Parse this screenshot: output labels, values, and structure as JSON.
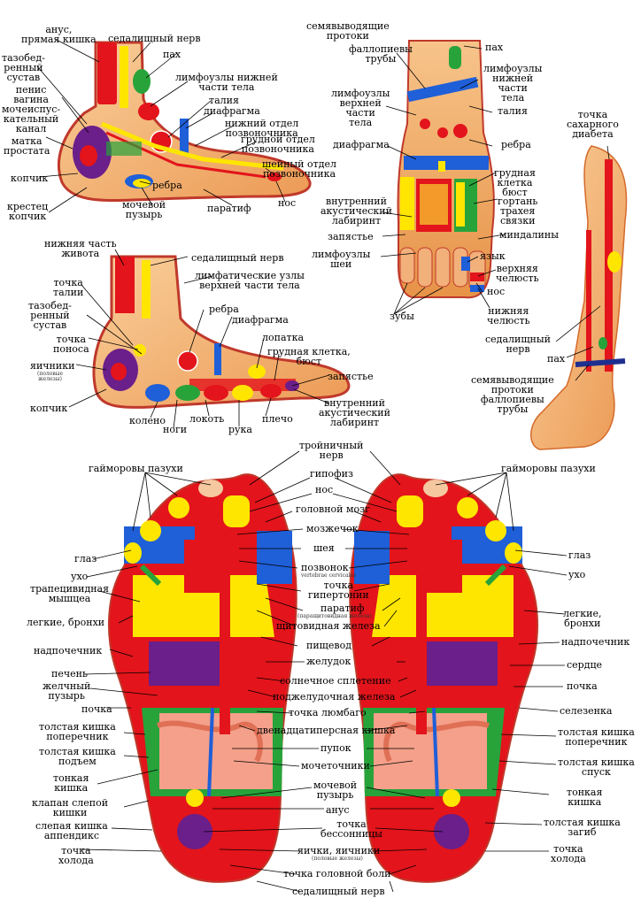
{
  "colors": {
    "red": "#e3141b",
    "yellow": "#ffe600",
    "green": "#27a33a",
    "blue": "#1f5fd8",
    "purple": "#6a1f8a",
    "orange": "#f39a2b",
    "skin": "#f3b27a",
    "navy": "#1f2f8f"
  },
  "icons": [
    "foot-side-icon",
    "foot-top-icon",
    "leg-icon",
    "sole-left-icon",
    "sole-right-icon"
  ],
  "labels": {
    "side_top": {
      "anus": "анус,\nпрямая кишка",
      "sciatic": "седалищный нерв",
      "hip": "тазобед-\nренный\nсустав",
      "penis": "пенис\nвагина\nмочеиспус-\nкательный\nканал",
      "uterus": "матка\nпростата",
      "coccyx": "копчик",
      "sacrum": "крестец\nкопчик",
      "groin": "пах",
      "lymph_lower": "лимфоузлы нижней\nчасти тела",
      "waist": "талия",
      "diaphragm": "диафрагма",
      "lumbar": "нижний отдел\nпозвоночника",
      "thoracic": "грудной отдел\nпозвоночника",
      "cervical": "шейный отдел\nпозвоночника",
      "ribs": "ребра",
      "bladder": "мочевой\nпузырь",
      "parotid": "паратиф",
      "nose": "нос"
    },
    "top_view": {
      "seminal": "семявыводящие\nпротоки",
      "fallopian": "фаллопиевы\nтрубы",
      "groin": "пах",
      "lymph_lower": "лимфоузлы\nнижней\nчасти\nтела",
      "lymph_upper": "лимфоузлы\nверхней\nчасти\nтела",
      "waist": "талия",
      "ribs": "ребра",
      "diaphragm": "диафрагма",
      "chest": "грудная\nклетка\nбюст",
      "larynx": "гортань\nтрахея\nсвязки",
      "inner_ear": "внутренний\nакустический\nлабиринт",
      "tonsils": "миндалины",
      "wrist": "запястье",
      "tongue": "язык",
      "lymph_neck": "лимфоузлы\nшеи",
      "upper_jaw": "верхняя\nчелюсть",
      "nose": "нос",
      "teeth": "зубы",
      "lower_jaw": "нижняя\nчелюсть"
    },
    "leg": {
      "diabetes": "точка\nсахарного\nдиабета",
      "sciatic": "седалищный\nнерв",
      "groin": "пах",
      "seminal": "семявыводящие\nпротоки\nфаллопиевы\nтрубы"
    },
    "side_inner": {
      "lower_abdomen": "нижняя часть\nживота",
      "sciatic": "седалищный нерв",
      "waist_point": "точка\nталии",
      "lymph_upper": "лимфатические узлы\nверхней части тела",
      "hip": "тазобед-\nренный\nсустав",
      "ribs": "ребра",
      "diaphragm": "диафрагма",
      "diarrhea": "точка\nпоноса",
      "shoulder_blade": "лопатка",
      "chest": "грудная клетка,\nбюст",
      "ovaries": "яичники",
      "ovaries_note": "(половые\nжелезы)",
      "wrist": "запястье",
      "coccyx": "копчик",
      "inner_ear": "внутренний\nакустический\nлабиринт",
      "knee": "колено",
      "legs": "ноги",
      "elbow": "локоть",
      "arm": "рука",
      "shoulder": "плечо"
    },
    "soles_center": {
      "trigeminal": "тройничный\nнерв",
      "pituitary": "гипофиз",
      "nose": "нос",
      "brain": "головной мозг",
      "cerebellum": "мозжечок",
      "neck": "шея",
      "vertebra": "позвонок",
      "vertebra_note": "vertebrae cervicales",
      "hypertension": "точка\nгипертонии",
      "parathyroid": "паратиф",
      "parathyroid_note": "(паращитовидная железа)",
      "thyroid": "щитовидная железа",
      "esophagus": "пищевод",
      "stomach": "желудок",
      "solar_plexus": "солнечное сплетение",
      "pancreas": "поджелудочная железа",
      "lumbago": "точка люмбаго",
      "duodenum": "двенадцатиперсная кишка",
      "navel": "пупок",
      "ureters": "мочеточники",
      "bladder": "мочевой\nпузырь",
      "anus": "анус",
      "insomnia": "точка\nбессонницы",
      "testes": "яички, яичники",
      "testes_note": "(половые железы)",
      "headache": "точка головной боли",
      "sciatic": "седалищный нерв"
    },
    "soles_left": {
      "sinuses": "гайморовы пазухи",
      "eye": "глаз",
      "ear": "ухо",
      "trapezius": "трапецивидная\nмышцеа",
      "lungs": "легкие, бронхи",
      "adrenal": "надпочечник",
      "liver": "печень",
      "gallbladder": "желчный\nпузырь",
      "kidney": "почка",
      "colon_transverse": "толстая кишка\nпоперечник",
      "colon_ascending": "толстая кишка\nподъем",
      "small_intestine": "тонкая\nкишка",
      "ileocecal": "клапан слепой\nкишки",
      "appendix": "слепая кишка\nаппендикс",
      "cold": "точка\nхолода"
    },
    "soles_right": {
      "sinuses": "гайморовы пазухи",
      "eye": "глаз",
      "ear": "ухо",
      "lungs": "легкие,\nбронхи",
      "adrenal": "надпочечник",
      "heart": "сердце",
      "kidney": "почка",
      "spleen": "селезенка",
      "colon_transverse": "толстая кишка\nпоперечник",
      "colon_descending": "толстая кишка\nспуск",
      "small_intestine": "тонкая\nкишка",
      "colon_sigmoid": "толстая кишка\nзагиб",
      "cold": "точка\nхолода"
    }
  }
}
